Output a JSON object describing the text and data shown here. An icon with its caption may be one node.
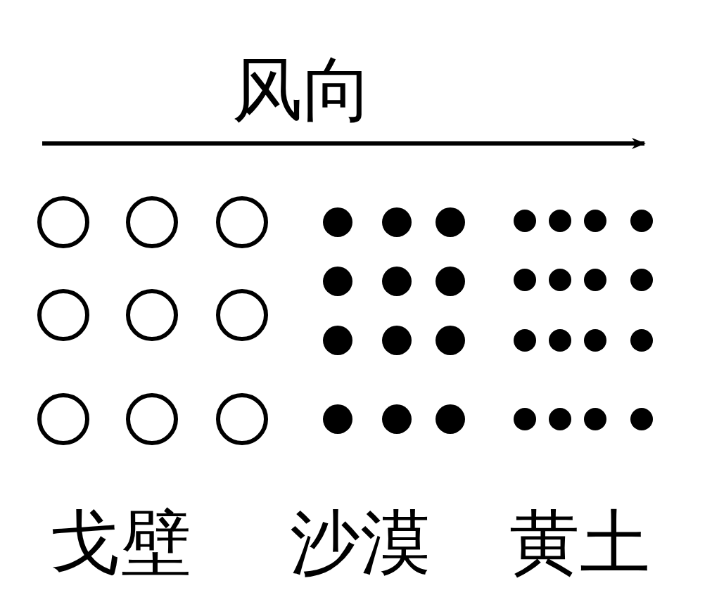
{
  "diagram": {
    "labels": [
      "风向",
      "戈壁",
      "沙漠",
      "黄土"
    ]
  }
}
